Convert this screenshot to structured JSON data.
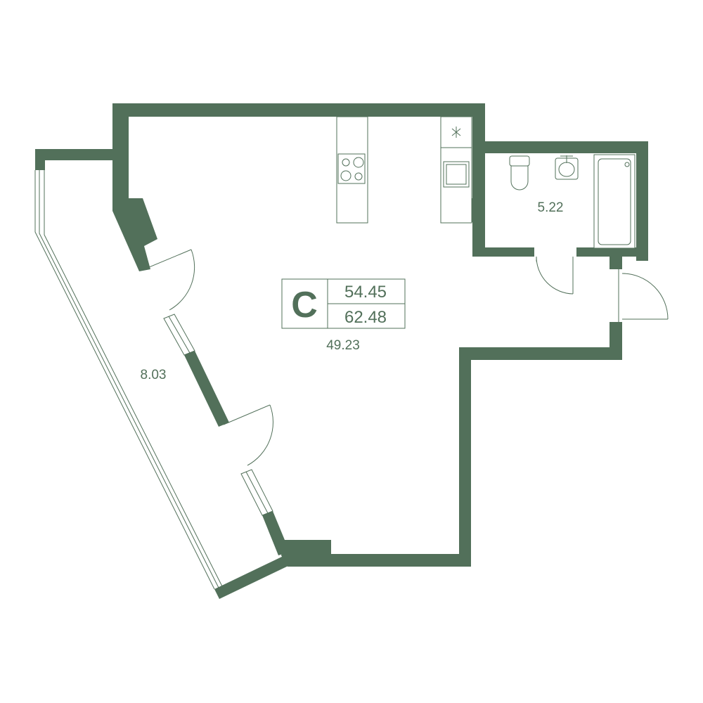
{
  "colors": {
    "wall": "#52705a",
    "background": "#ffffff"
  },
  "badge": {
    "type_letter": "C",
    "living_area": "54.45",
    "total_area": "62.48"
  },
  "rooms": {
    "main_room": {
      "area": "49.23"
    },
    "balcony": {
      "area": "8.03"
    },
    "bathroom": {
      "area": "5.22"
    }
  },
  "icons": [
    "stove-icon",
    "sink-icon",
    "oven-icon",
    "toilet-icon",
    "washbasin-icon",
    "bathtub-icon",
    "ventilation-icon"
  ]
}
